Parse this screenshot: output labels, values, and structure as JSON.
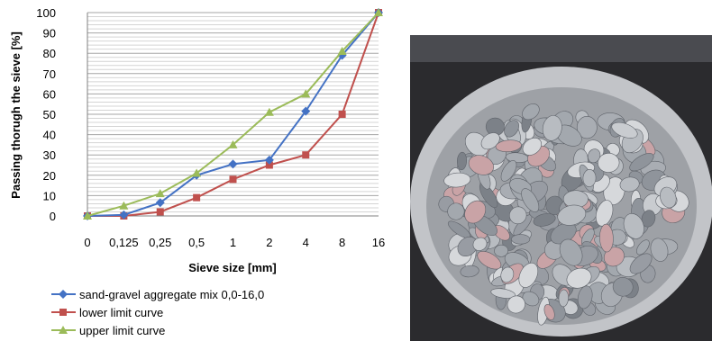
{
  "chart_data": {
    "type": "line",
    "categories": [
      "0",
      "0,125",
      "0,25",
      "0,5",
      "1",
      "2",
      "4",
      "8",
      "16"
    ],
    "xlabel": "Sieve size [mm]",
    "ylabel": "Passing thorugh the sieve [%]",
    "ylim": [
      0,
      100
    ],
    "yticks": [
      0,
      10,
      20,
      30,
      40,
      50,
      60,
      70,
      80,
      90,
      100
    ],
    "grid": "horizontal, every 2",
    "legend_position": "bottom-left",
    "series": [
      {
        "name": "sand-gravel aggregate mix 0,0-16,0",
        "color": "#4472c4",
        "marker": "diamond",
        "values": [
          0,
          0.5,
          6.5,
          20,
          25.5,
          27.5,
          51.5,
          79,
          100
        ]
      },
      {
        "name": "lower limit curve",
        "color": "#c0504d",
        "marker": "square",
        "values": [
          0,
          0,
          2,
          9,
          18,
          25,
          30,
          50,
          100
        ]
      },
      {
        "name": "upper limit curve",
        "color": "#9bbb59",
        "marker": "triangle",
        "values": [
          0,
          5,
          11,
          21,
          35,
          51,
          60,
          81,
          100
        ]
      }
    ]
  },
  "photo": {
    "subject": "bowl of gravel aggregate",
    "colors": {
      "bowl": "#b4b6ba",
      "background": "#2a2a2c",
      "stone": "#a9adb3",
      "pink_stone": "#c9a3a6"
    }
  }
}
